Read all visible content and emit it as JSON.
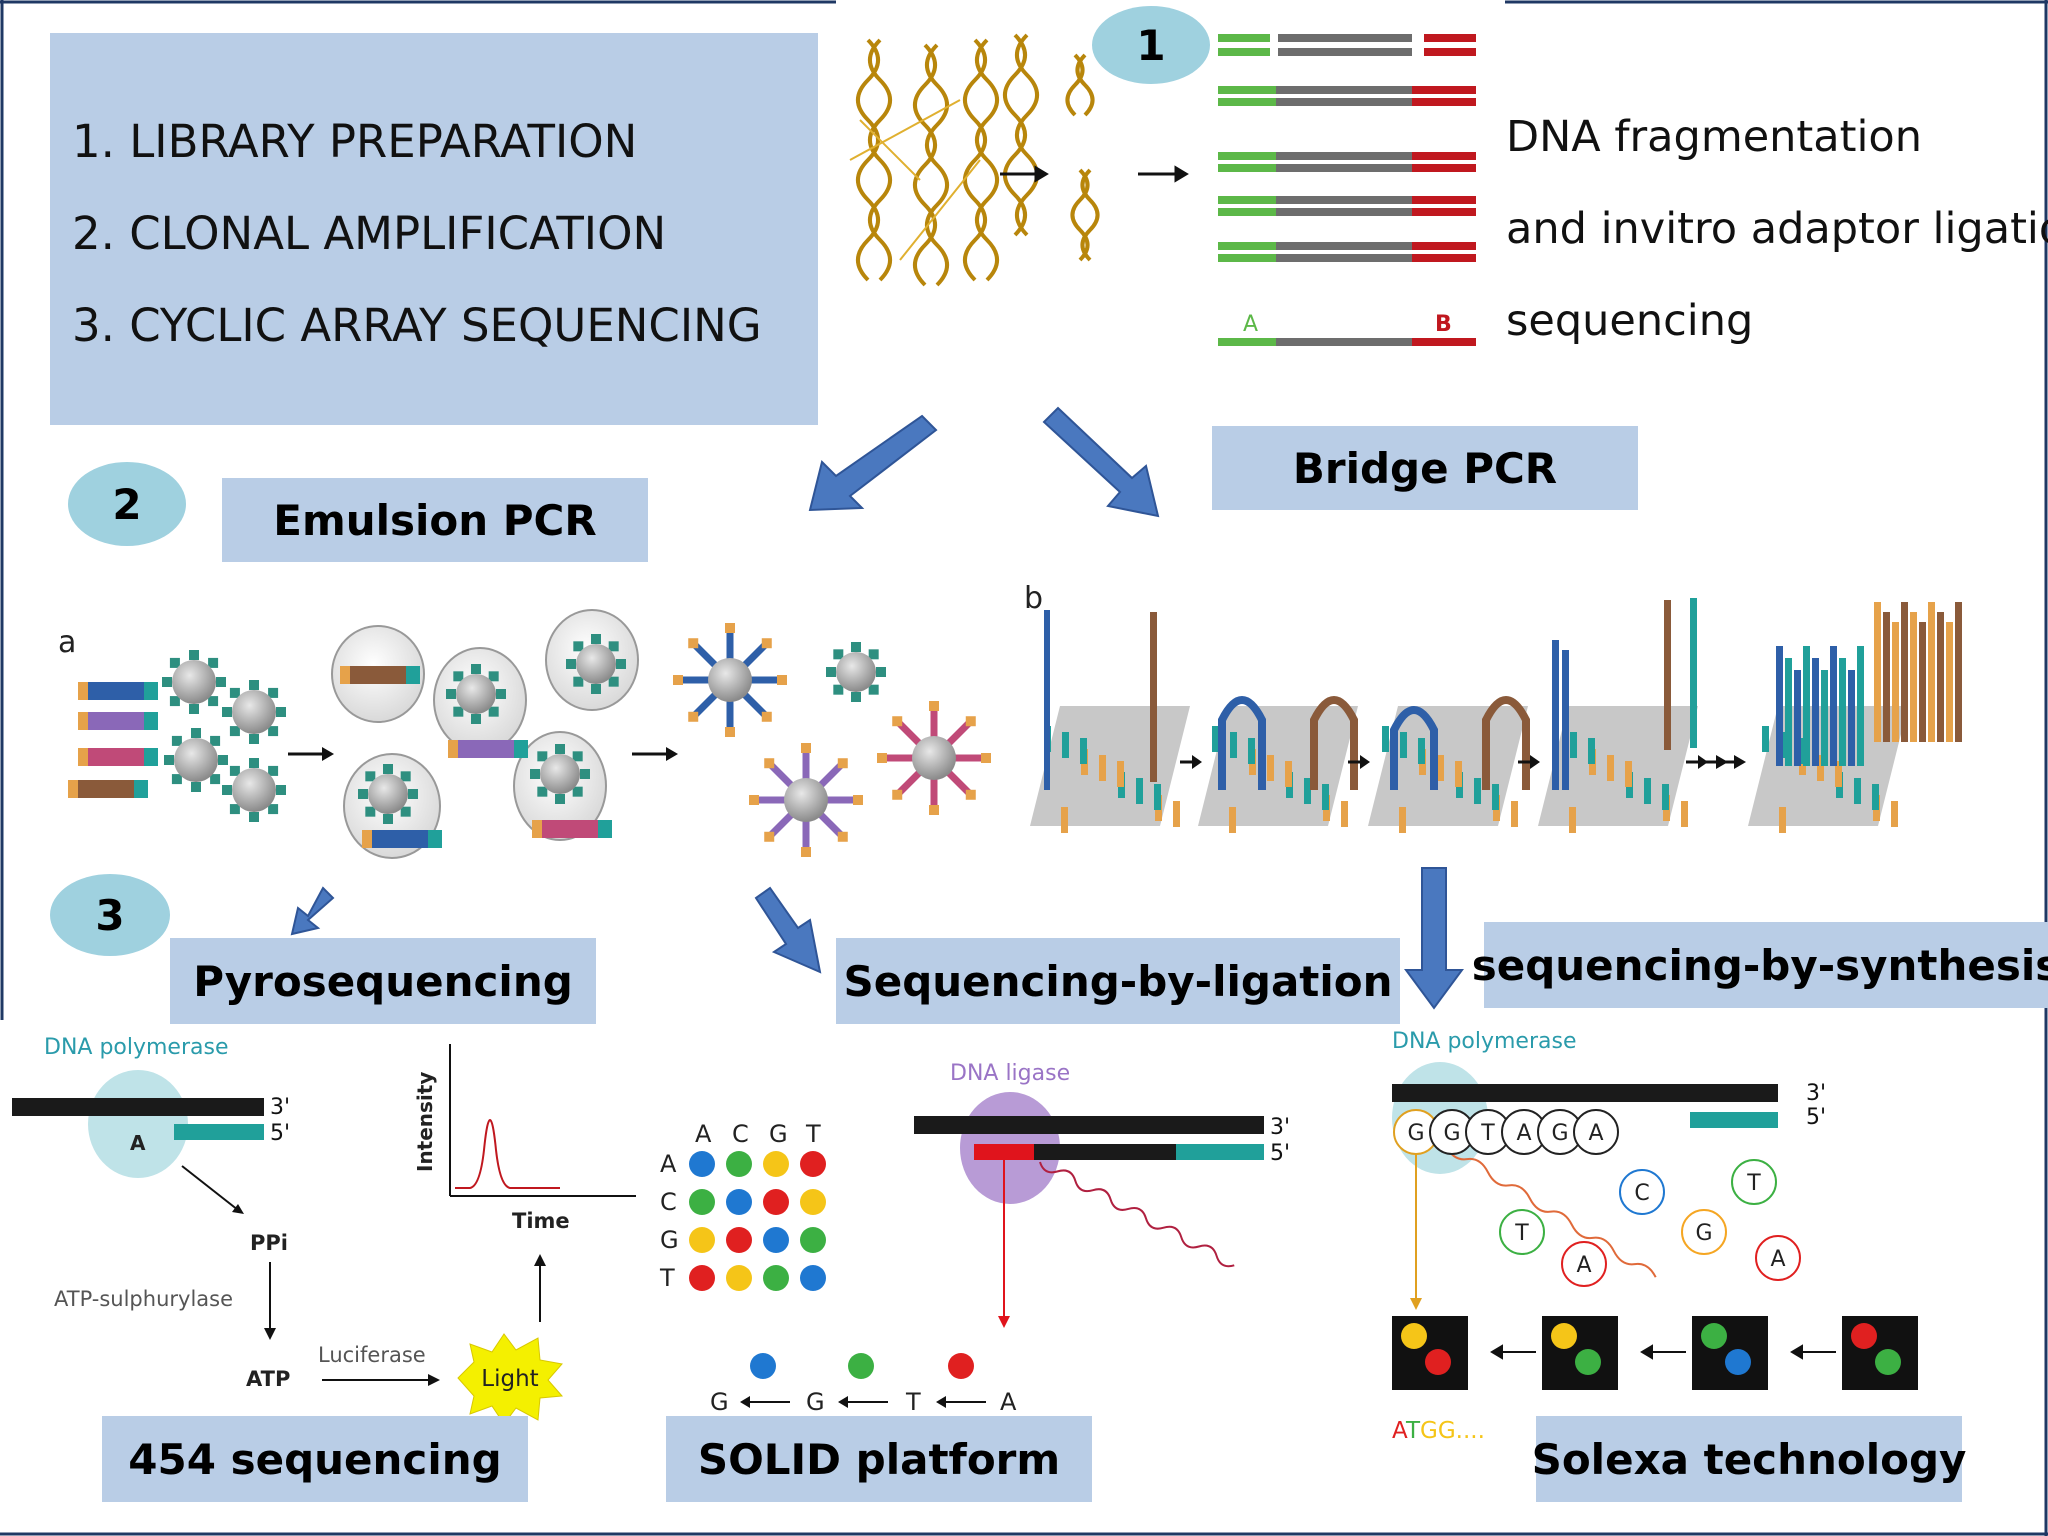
{
  "overview": {
    "items": [
      "1. LIBRARY PREPARATION",
      "2. CLONAL  AMPLIFICATION",
      "3. CYCLIC ARRAY SEQUENCING"
    ]
  },
  "steps": [
    "1",
    "2",
    "3"
  ],
  "fragmentation_text": [
    "DNA fragmentation",
    "and invitro adaptor ligatio",
    "sequencing"
  ],
  "adaptor_labels": {
    "a": "A",
    "b": "B"
  },
  "boxes": {
    "bridge_pcr": "Bridge PCR",
    "emulsion_pcr": "Emulsion PCR",
    "pyrosequencing": "Pyrosequencing",
    "sequencing_by_ligation": "Sequencing-by-ligation",
    "sequencing_by_synthesis": "sequencing-by-synthesis",
    "454_sequencing": "454 sequencing",
    "solid_platform": "SOLID platform",
    "solexa_technology": "Solexa technology"
  },
  "panel_letters": {
    "a": "a",
    "b": "b"
  },
  "pyro": {
    "polymerase": "DNA polymerase",
    "strand_3": "3'",
    "strand_5": "5'",
    "base": "A",
    "ppi": "PPi",
    "sulfurylase": "ATP-sulphurylase",
    "atp": "ATP",
    "luciferase": "Luciferase",
    "light": "Light",
    "y_axis": "Intensity",
    "x_axis": "Time"
  },
  "color_matrix": {
    "headers": [
      "A",
      "C",
      "G",
      "T"
    ],
    "rows": [
      {
        "label": "A",
        "colors": [
          "#1f78d1",
          "#3cb043",
          "#f5c518",
          "#e02020"
        ]
      },
      {
        "label": "C",
        "colors": [
          "#3cb043",
          "#1f78d1",
          "#e02020",
          "#f5c518"
        ]
      },
      {
        "label": "G",
        "colors": [
          "#f5c518",
          "#e02020",
          "#1f78d1",
          "#3cb043"
        ]
      },
      {
        "label": "T",
        "colors": [
          "#e02020",
          "#f5c518",
          "#3cb043",
          "#1f78d1"
        ]
      }
    ]
  },
  "solid": {
    "ligase": "DNA ligase",
    "strand_3": "3'",
    "strand_5": "5'",
    "read": [
      "G",
      "G",
      "T",
      "A"
    ],
    "read_colors": [
      "#1f78d1",
      "#3cb043",
      "#e02020"
    ]
  },
  "solexa": {
    "polymerase": "DNA polymerase",
    "strand_3": "3'",
    "strand_5": "5'",
    "template": [
      "G",
      "G",
      "T",
      "A",
      "G",
      "A"
    ],
    "free_nucleotides": [
      {
        "base": "C",
        "color": "#1f78d1"
      },
      {
        "base": "T",
        "color": "#3cb043"
      },
      {
        "base": "T",
        "color": "#3cb043"
      },
      {
        "base": "G",
        "color": "#f5a623"
      },
      {
        "base": "A",
        "color": "#e02020"
      },
      {
        "base": "A",
        "color": "#e02020"
      }
    ],
    "readout": "ATGG....",
    "readout_colors": [
      "#e02020",
      "#3cb043",
      "#f5c518",
      "#f5c518",
      "#f5c518"
    ]
  },
  "colors": {
    "box": "#b9cde6",
    "step_circle": "#9fd1df",
    "arrow": "#4a78bf",
    "adaptor_a": "#5cb848",
    "adaptor_b": "#c0181f",
    "insert": "#6d6d6d"
  }
}
